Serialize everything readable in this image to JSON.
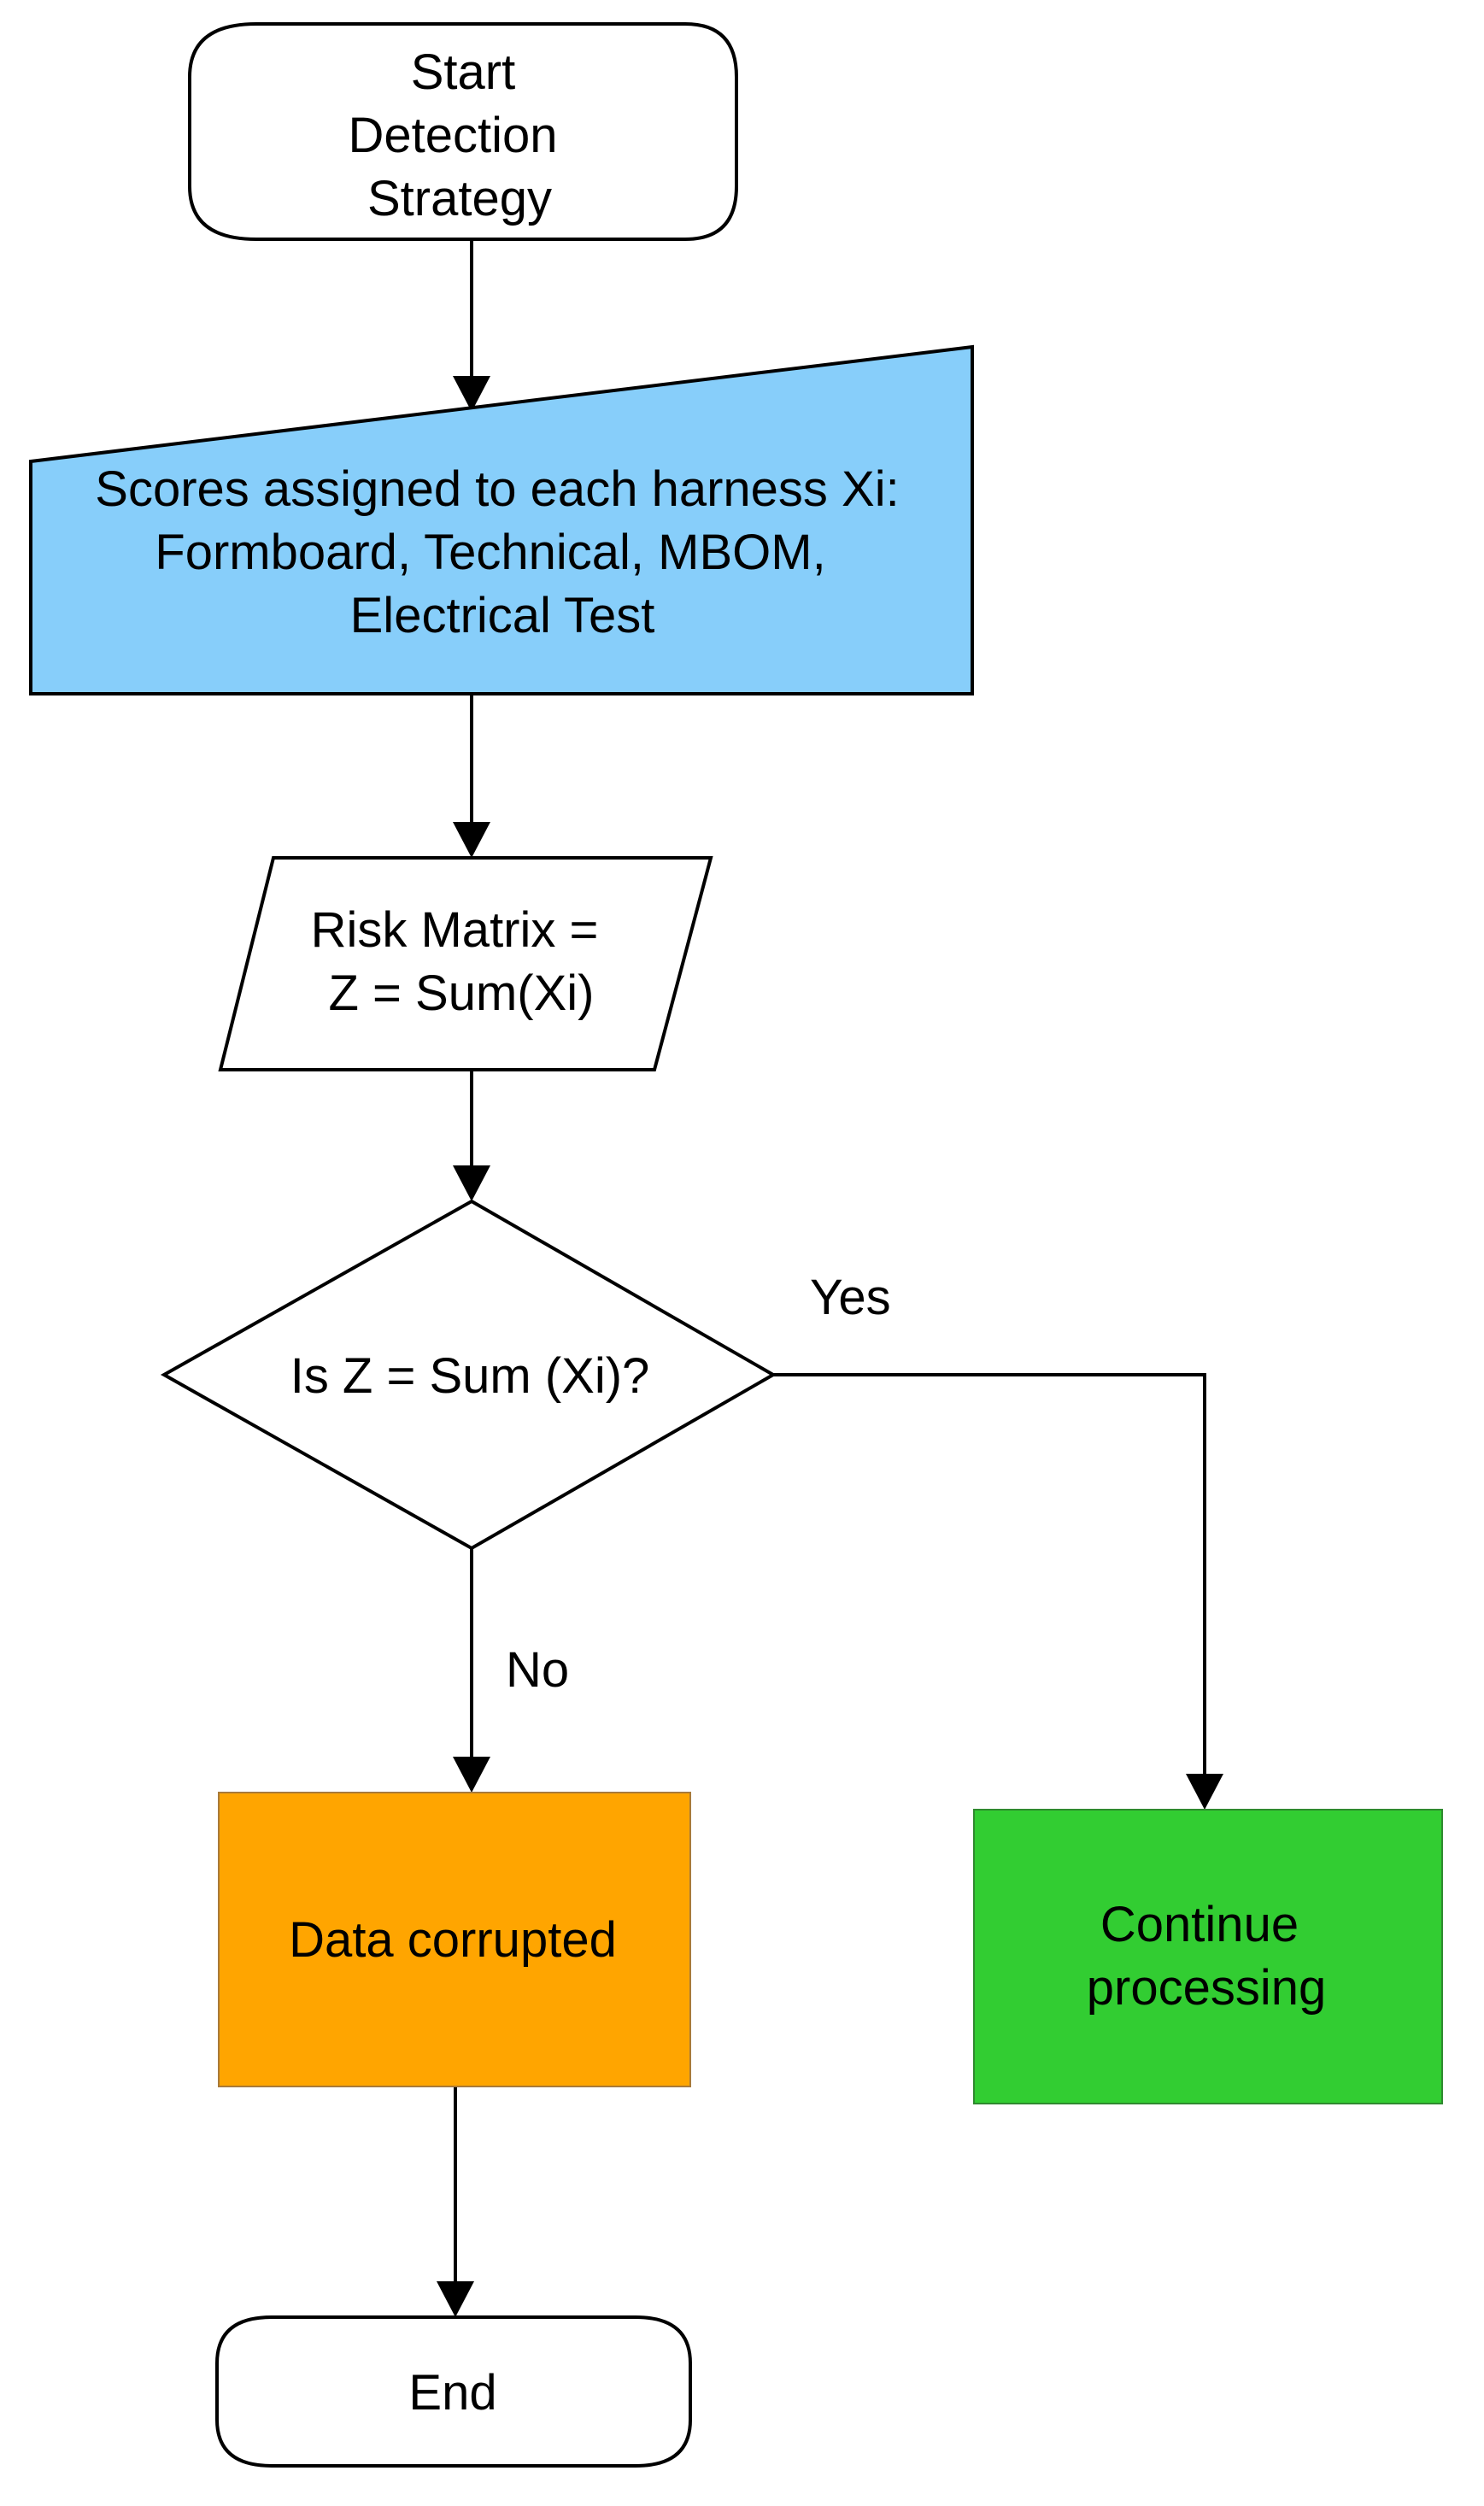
{
  "diagram": {
    "type": "flowchart",
    "nodes": {
      "start": {
        "shape": "terminator",
        "lines": [
          "Start",
          "Detection",
          "Strategy"
        ],
        "fill": "#ffffff"
      },
      "scores": {
        "shape": "manual-input",
        "lines": [
          "Scores assigned to each harness Xi:",
          "Formboard, Technical, MBOM,",
          "Electrical Test"
        ],
        "fill": "#87cefa"
      },
      "risk": {
        "shape": "data",
        "lines": [
          "Risk Matrix =",
          "Z = Sum(Xi)"
        ],
        "fill": "#ffffff"
      },
      "decision": {
        "shape": "decision",
        "lines": [
          "Is Z = Sum (Xi)?"
        ],
        "fill": "#ffffff"
      },
      "corrupted": {
        "shape": "process",
        "lines": [
          "Data corrupted"
        ],
        "fill": "#ffa500"
      },
      "continue": {
        "shape": "process",
        "lines": [
          "Continue",
          "processing"
        ],
        "fill": "#32cd32"
      },
      "end": {
        "shape": "terminator",
        "lines": [
          "End"
        ],
        "fill": "#ffffff"
      }
    },
    "edges": [
      {
        "from": "start",
        "to": "scores",
        "label": ""
      },
      {
        "from": "scores",
        "to": "risk",
        "label": ""
      },
      {
        "from": "risk",
        "to": "decision",
        "label": ""
      },
      {
        "from": "decision",
        "to": "continue",
        "label": "Yes"
      },
      {
        "from": "decision",
        "to": "corrupted",
        "label": "No"
      },
      {
        "from": "corrupted",
        "to": "end",
        "label": ""
      }
    ]
  }
}
